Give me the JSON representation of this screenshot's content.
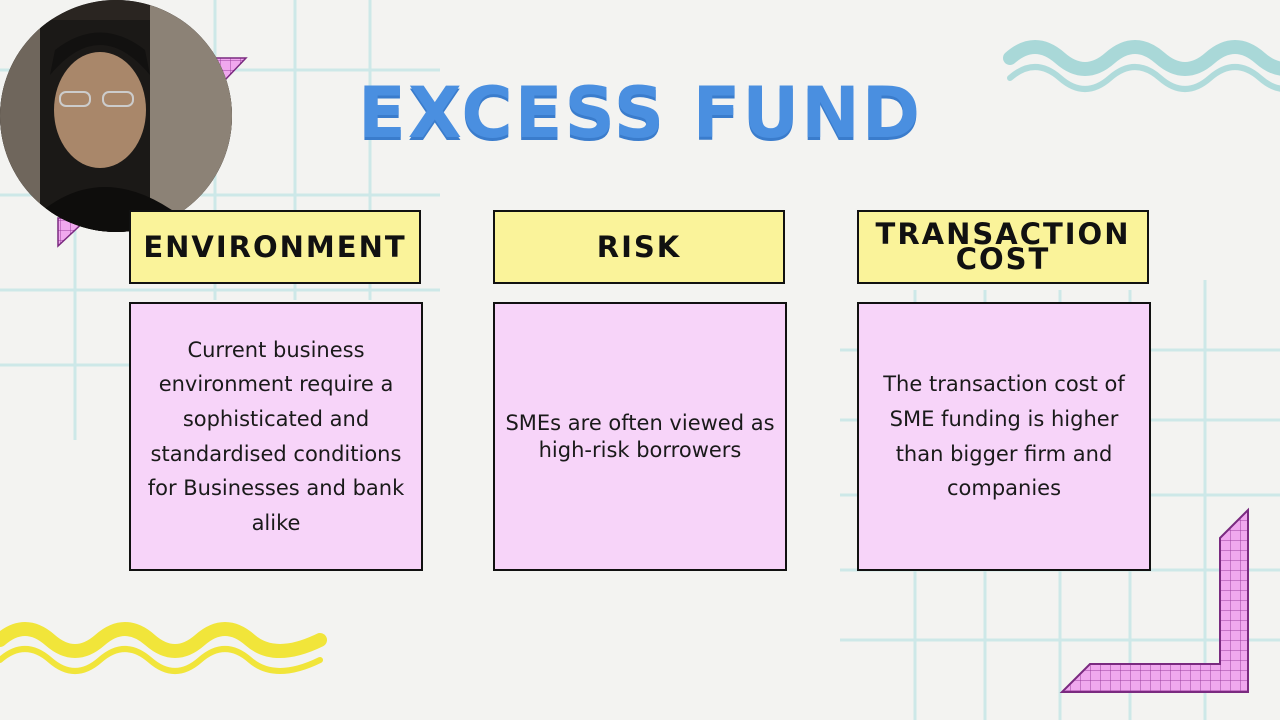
{
  "slide": {
    "title": "EXCESS FUND",
    "columns": [
      {
        "heading": "ENVIRONMENT",
        "body": "Current business environment require a sophisticated and standardised conditions for Businesses and bank alike"
      },
      {
        "heading": "RISK",
        "body": "SMEs are often viewed as high-risk borrowers"
      },
      {
        "heading": "TRANSACTION COST",
        "body": "The transaction cost of SME funding is higher than bigger firm and companies"
      }
    ]
  },
  "colors": {
    "title": "#4a8fe0",
    "header_fill": "#faf39a",
    "body_fill": "#f7d4f9",
    "grid_line": "#c9e6e6",
    "wave_teal": "#a9d8d8",
    "wave_yellow": "#f1e53a",
    "accent_pink": "#f0a8ee"
  }
}
